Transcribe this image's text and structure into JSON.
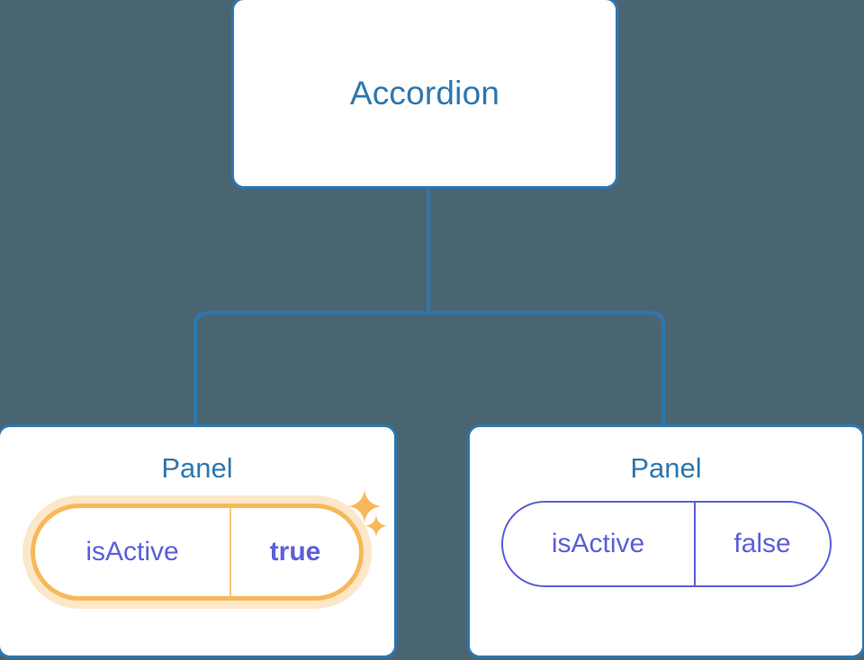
{
  "diagram": {
    "type": "component-tree",
    "background_color": "#4a6572",
    "node_border_color": "#2e77ae",
    "node_title_color": "#2e77ae",
    "connector_color": "#2e77ae",
    "prop_text_color": "#5b5fd9",
    "highlight_color": "#f7b85a",
    "highlight_glow_color": "#fbdcab"
  },
  "root": {
    "label": "Accordion"
  },
  "panels": [
    {
      "title": "Panel",
      "prop": {
        "key": "isActive",
        "value": "true"
      },
      "highlighted": true,
      "sparkles": [
        "sparkle-large",
        "sparkle-small"
      ]
    },
    {
      "title": "Panel",
      "prop": {
        "key": "isActive",
        "value": "false"
      },
      "highlighted": false
    }
  ]
}
